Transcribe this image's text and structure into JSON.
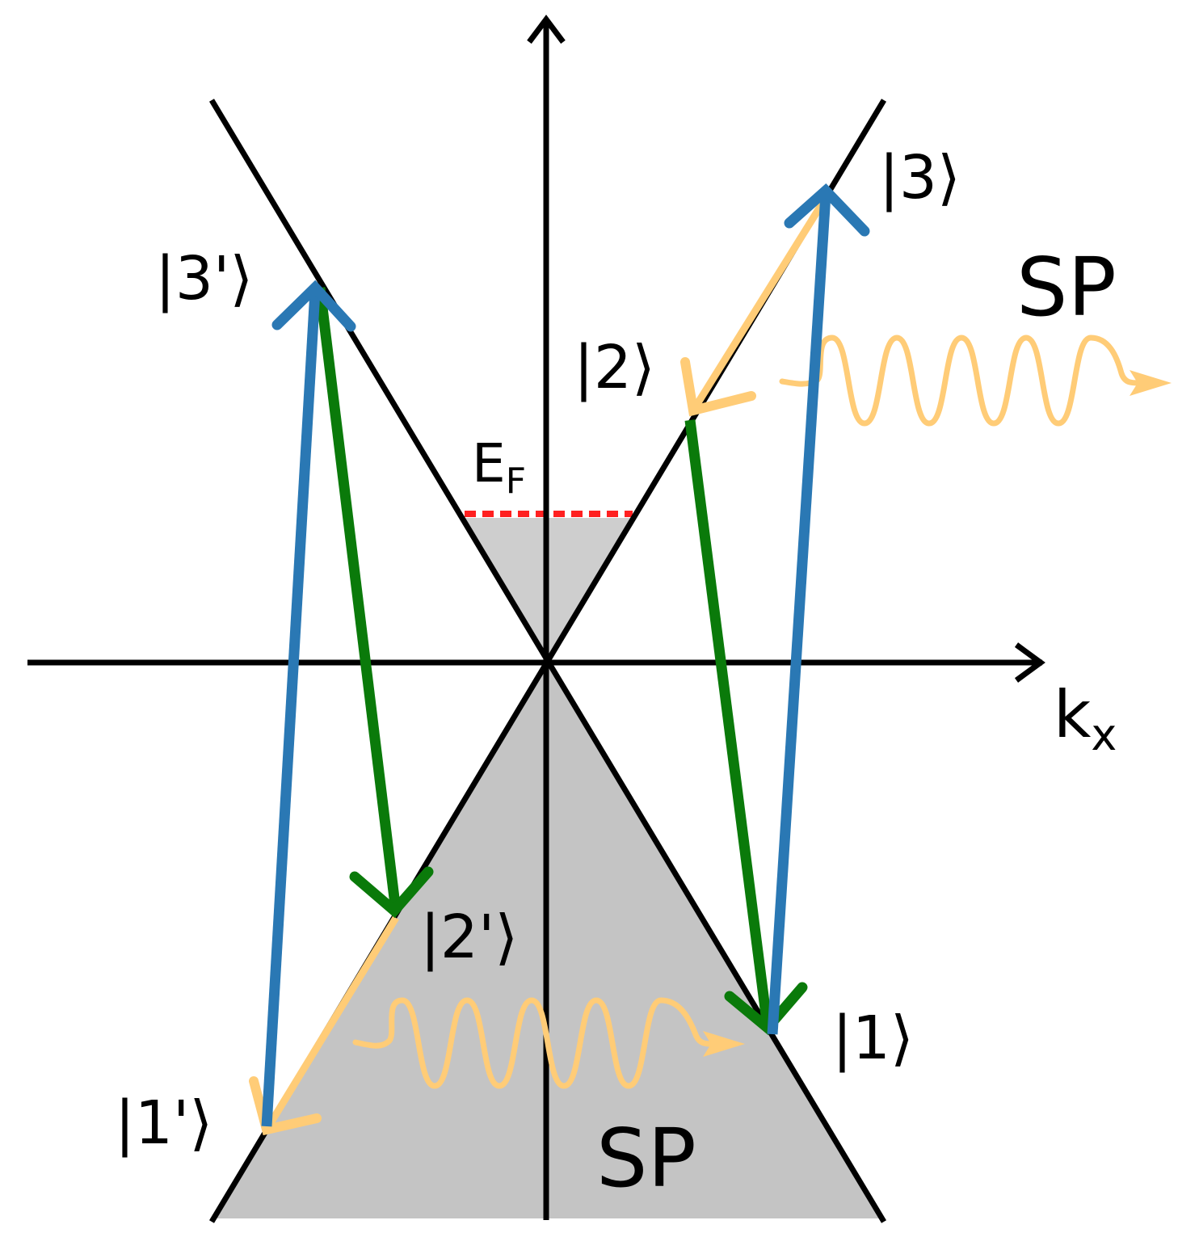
{
  "labels": {
    "state_1": "|1⟩",
    "state_2": "|2⟩",
    "state_3": "|3⟩",
    "state_1p": "|1'⟩",
    "state_2p": "|2'⟩",
    "state_3p": "|3'⟩",
    "fermi_main": "E",
    "fermi_sub": "F",
    "sp_upper": "SP",
    "sp_lower": "SP",
    "axis_main": "k",
    "axis_sub": "x"
  },
  "colors": {
    "band": "#000000",
    "fill": "#c4c4c4",
    "fermi_line": "#ff2020",
    "blue_transition": "#2a78b4",
    "green_transition": "#0a7a0a",
    "plasmon": "#ffcc77"
  },
  "icons": {
    "axis_arrows": "arrow-head-icon",
    "plasmon": "wavy-arrow-icon"
  }
}
